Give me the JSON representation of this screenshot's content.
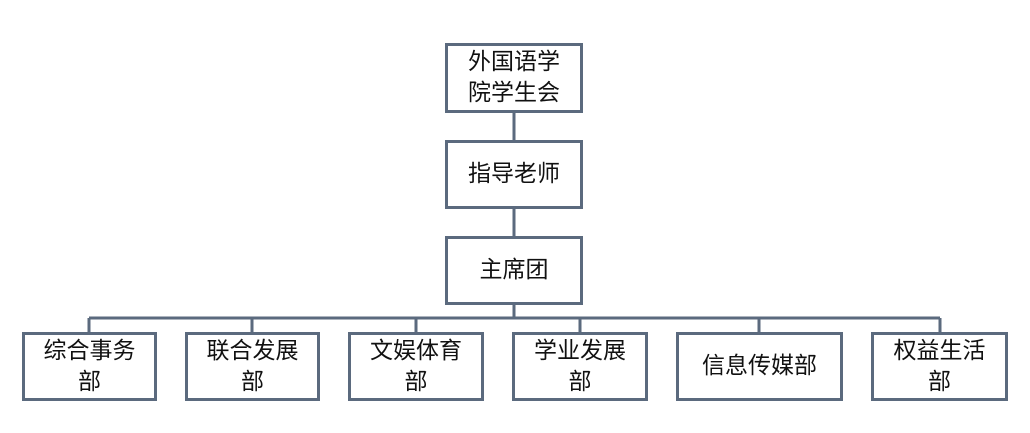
{
  "diagram": {
    "root": "外国语学院学生会",
    "root_lines": [
      "外国语学",
      "院学生会"
    ],
    "level2": "指导老师",
    "level3": "主席团",
    "departments": [
      {
        "lines": [
          "综合事务",
          "部"
        ]
      },
      {
        "lines": [
          "联合发展",
          "部"
        ]
      },
      {
        "lines": [
          "文娱体育",
          "部"
        ]
      },
      {
        "lines": [
          "学业发展",
          "部"
        ]
      },
      {
        "lines": [
          "信息传媒部"
        ]
      },
      {
        "lines": [
          "权益生活",
          "部"
        ]
      }
    ],
    "colors": {
      "border": "#5b6a7e",
      "line": "#5b6a7e"
    }
  }
}
